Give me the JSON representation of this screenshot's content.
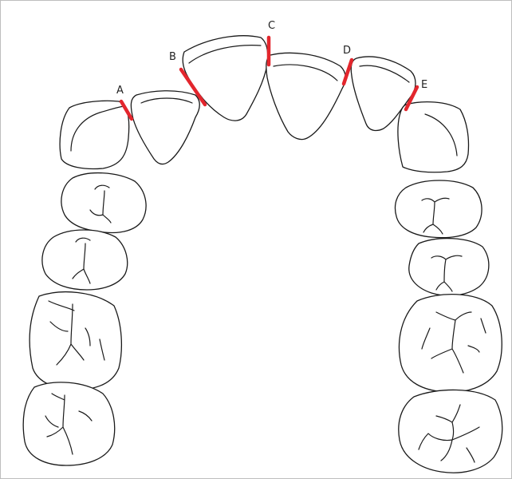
{
  "contact_points": [
    {
      "label": "A"
    },
    {
      "label": "B"
    },
    {
      "label": "C"
    },
    {
      "label": "D"
    },
    {
      "label": "E"
    }
  ],
  "colors": {
    "contact_line": "#e3262d",
    "outline": "#1a1a1a",
    "background": "#ffffff",
    "frame": "#bdbdbd"
  }
}
